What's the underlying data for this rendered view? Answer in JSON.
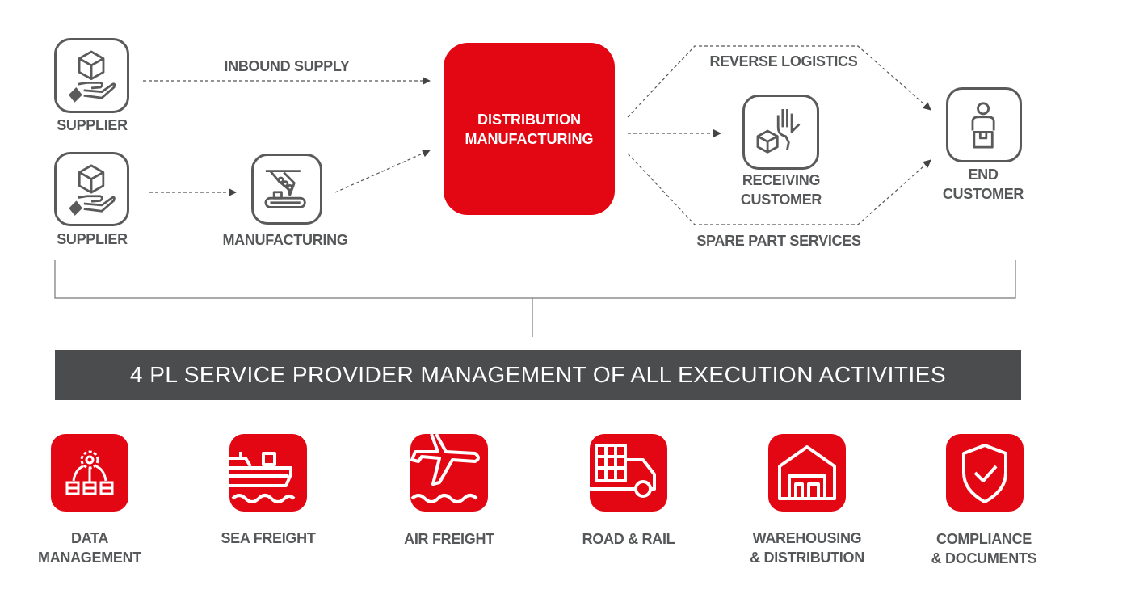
{
  "flow": {
    "supplier_top": "SUPPLIER",
    "supplier_bottom": "SUPPLIER",
    "manufacturing": "MANUFACTURING",
    "inbound_supply": "INBOUND SUPPLY",
    "center_line1": "DISTRIBUTION",
    "center_line2": "MANUFACTURING",
    "reverse_logistics": "REVERSE LOGISTICS",
    "spare_part_services": "SPARE PART SERVICES",
    "receiving_line1": "RECEIVING",
    "receiving_line2": "CUSTOMER",
    "end_line1": "END",
    "end_line2": "CUSTOMER"
  },
  "banner": "4 PL SERVICE PROVIDER MANAGEMENT OF ALL EXECUTION ACTIVITIES",
  "services": [
    {
      "line1": "DATA",
      "line2": "MANAGEMENT",
      "icon": "data-network-icon"
    },
    {
      "line1": "SEA FREIGHT",
      "line2": "",
      "icon": "ship-icon"
    },
    {
      "line1": "AIR FREIGHT",
      "line2": "",
      "icon": "airplane-icon"
    },
    {
      "line1": "ROAD & RAIL",
      "line2": "",
      "icon": "truck-icon"
    },
    {
      "line1": "WAREHOUSING",
      "line2": "& DISTRIBUTION",
      "icon": "warehouse-icon"
    },
    {
      "line1": "COMPLIANCE",
      "line2": "& DOCUMENTS",
      "icon": "shield-check-icon"
    }
  ],
  "colors": {
    "accent": "#e30613",
    "text": "#555759",
    "banner": "#4a4c4e"
  }
}
